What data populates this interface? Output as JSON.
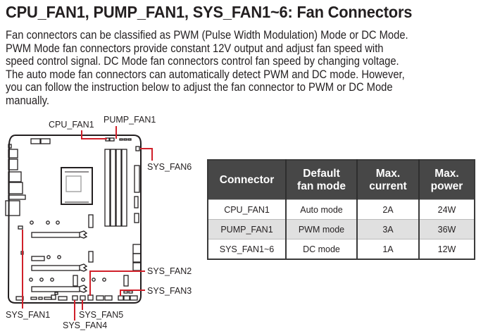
{
  "section": {
    "title": "CPU_FAN1, PUMP_FAN1, SYS_FAN1~6: Fan Connectors",
    "paragraph_lines": [
      "Fan connectors can be classified as PWM (Pulse Width Modulation) Mode or DC Mode.",
      "PWM Mode fan connectors provide constant 12V output and adjust fan speed with",
      "speed control signal. DC Mode fan connectors control fan speed by changing voltage.",
      "The auto mode fan connectors can automatically detect PWM and DC mode. However,",
      "you can follow the instruction below to adjust the fan connector to PWM or DC Mode",
      "manually."
    ]
  },
  "diagram": {
    "leader_color": "#d0202a",
    "labels": {
      "cpu_fan1": "CPU_FAN1",
      "pump_fan1": "PUMP_FAN1",
      "sys_fan6": "SYS_FAN6",
      "sys_fan2": "SYS_FAN2",
      "sys_fan3": "SYS_FAN3",
      "sys_fan1": "SYS_FAN1",
      "sys_fan5": "SYS_FAN5",
      "sys_fan4": "SYS_FAN4"
    }
  },
  "table": {
    "headers": [
      [
        "Connector"
      ],
      [
        "Default",
        "fan mode"
      ],
      [
        "Max.",
        "current"
      ],
      [
        "Max.",
        "power"
      ]
    ],
    "rows": [
      [
        "CPU_FAN1",
        "Auto mode",
        "2A",
        "24W"
      ],
      [
        "PUMP_FAN1",
        "PWM mode",
        "3A",
        "36W"
      ],
      [
        "SYS_FAN1~6",
        "DC mode",
        "1A",
        "12W"
      ]
    ],
    "header_bg": "#474747",
    "alt_row_bg": "#e0e0e0"
  }
}
